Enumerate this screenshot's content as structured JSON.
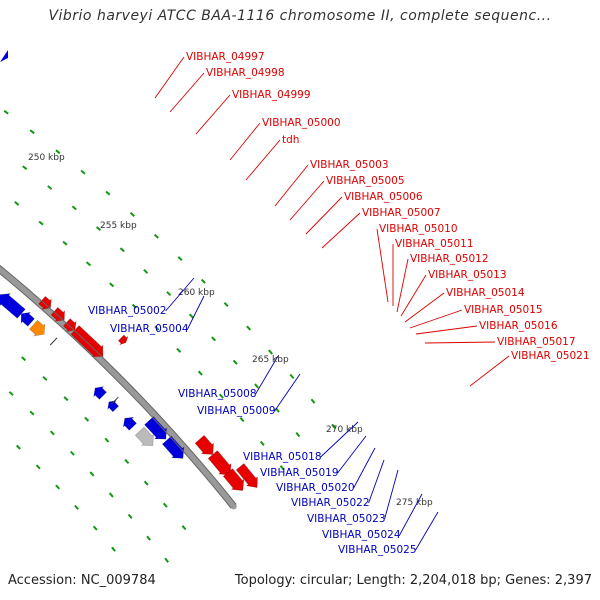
{
  "title": "Vibrio harveyi ATCC BAA-1116 chromosome II, complete sequenc...",
  "footer": {
    "accession": "Accession: NC_009784",
    "topology": "Topology: circular; Length: 2,204,018 bp; Genes: 2,397"
  },
  "scale_labels": [
    "250 kbp",
    "255 kbp",
    "260 kbp",
    "265 kbp",
    "270 kbp",
    "275 kbp"
  ],
  "forward_gene_labels": [
    "VIBHAR_04997",
    "VIBHAR_04998",
    "VIBHAR_04999",
    "VIBHAR_05000",
    "tdh",
    "VIBHAR_05003",
    "VIBHAR_05005",
    "VIBHAR_05006",
    "VIBHAR_05007",
    "VIBHAR_05010",
    "VIBHAR_05011",
    "VIBHAR_05012",
    "VIBHAR_05013",
    "VIBHAR_05014",
    "VIBHAR_05015",
    "VIBHAR_05016",
    "VIBHAR_05017",
    "VIBHAR_05021"
  ],
  "reverse_gene_labels": [
    "VIBHAR_05002",
    "VIBHAR_05004",
    "VIBHAR_05008",
    "VIBHAR_05009",
    "VIBHAR_05018",
    "VIBHAR_05019",
    "VIBHAR_05020",
    "VIBHAR_05022",
    "VIBHAR_05023",
    "VIBHAR_05024",
    "VIBHAR_05025"
  ],
  "colors": {
    "forward_label": "#dd0000",
    "reverse_label": "#0000bb",
    "red_gene": "#e60000",
    "blue_gene": "#0000dd",
    "green_gene": "#33cc33",
    "pink_gene": "#ee22aa",
    "steel_gene": "#4477aa",
    "gray_gene": "#bbbbbb",
    "orange_gene": "#ff8800",
    "backbone": "#999999",
    "dot": "#119911"
  }
}
